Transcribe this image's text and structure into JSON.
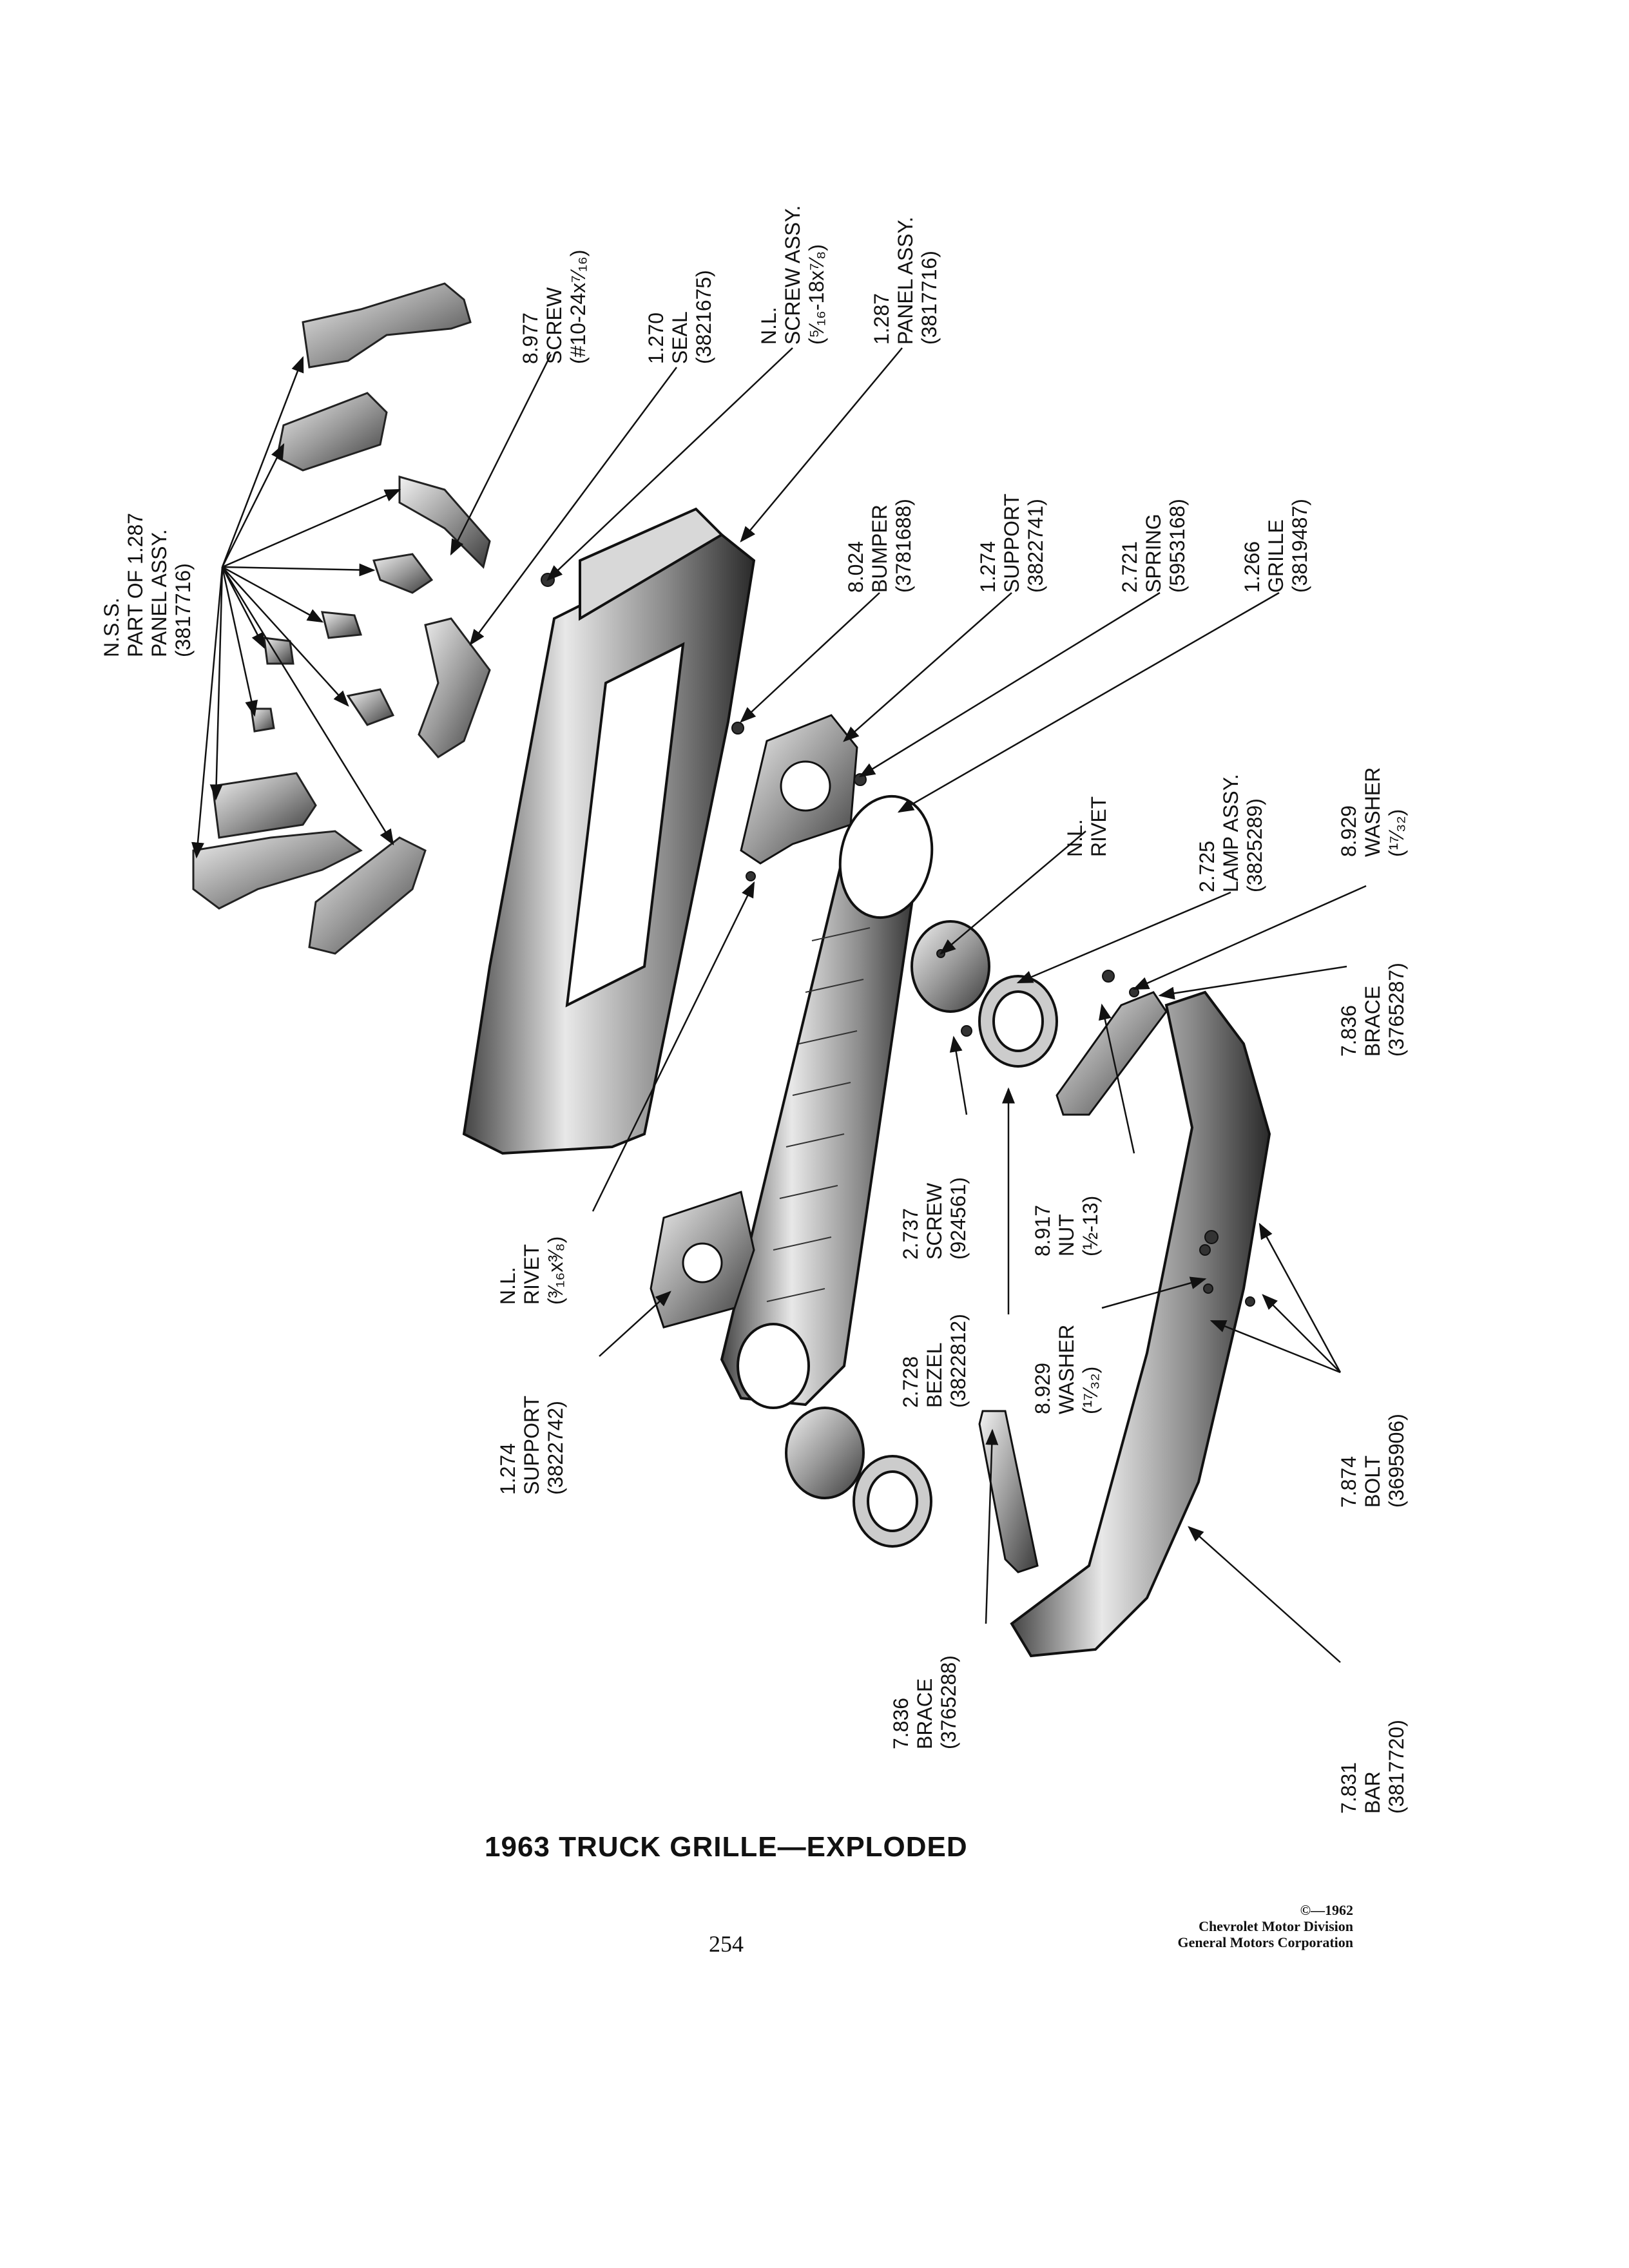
{
  "diagram_title": "1963 TRUCK GRILLE—EXPLODED",
  "page_number": "254",
  "copyright": {
    "line1": "©—1962",
    "line2": "Chevrolet Motor Division",
    "line3": "General Motors Corporation"
  },
  "callouts": [
    {
      "lines": [
        "N.S.S.",
        "PART OF 1.287",
        "PANEL ASSY.",
        "(3817716)"
      ]
    },
    {
      "lines": [
        "8.977",
        "SCREW",
        "(#10-24x⁷⁄₁₆)"
      ]
    },
    {
      "lines": [
        "1.270",
        "SEAL",
        "(3821675)"
      ]
    },
    {
      "lines": [
        "N.L.",
        "SCREW ASSY.",
        "(⁵⁄₁₆-18x⁷⁄₈)"
      ]
    },
    {
      "lines": [
        "1.287",
        "PANEL ASSY.",
        "(3817716)"
      ]
    },
    {
      "lines": [
        "8.024",
        "BUMPER",
        "(3781688)"
      ]
    },
    {
      "lines": [
        "1.274",
        "SUPPORT",
        "(3822741)"
      ]
    },
    {
      "lines": [
        "2.721",
        "SPRING",
        "(5953168)"
      ]
    },
    {
      "lines": [
        "1.266",
        "GRILLE",
        "(3819487)"
      ]
    },
    {
      "lines": [
        "N.L.",
        "RIVET"
      ]
    },
    {
      "lines": [
        "2.725",
        "LAMP ASSY.",
        "(3825289)"
      ]
    },
    {
      "lines": [
        "8.929",
        "WASHER",
        "(¹⁷⁄₃₂)"
      ]
    },
    {
      "lines": [
        "7.836",
        "BRACE",
        "(3765287)"
      ]
    },
    {
      "lines": [
        "N.L.",
        "RIVET",
        "(³⁄₁₆x³⁄₈)"
      ]
    },
    {
      "lines": [
        "2.737",
        "SCREW",
        "(924561)"
      ]
    },
    {
      "lines": [
        "8.917",
        "NUT",
        "(½-13)"
      ]
    },
    {
      "lines": [
        "1.274",
        "SUPPORT",
        "(3822742)"
      ]
    },
    {
      "lines": [
        "2.728",
        "BEZEL",
        "(3822812)"
      ]
    },
    {
      "lines": [
        "8.929",
        "WASHER",
        "(¹⁷⁄₃₂)"
      ]
    },
    {
      "lines": [
        "7.874",
        "BOLT",
        "(3695906)"
      ]
    },
    {
      "lines": [
        "7.836",
        "BRACE",
        "(3765288)"
      ]
    },
    {
      "lines": [
        "7.831",
        "BAR",
        "(3817720)"
      ]
    }
  ]
}
